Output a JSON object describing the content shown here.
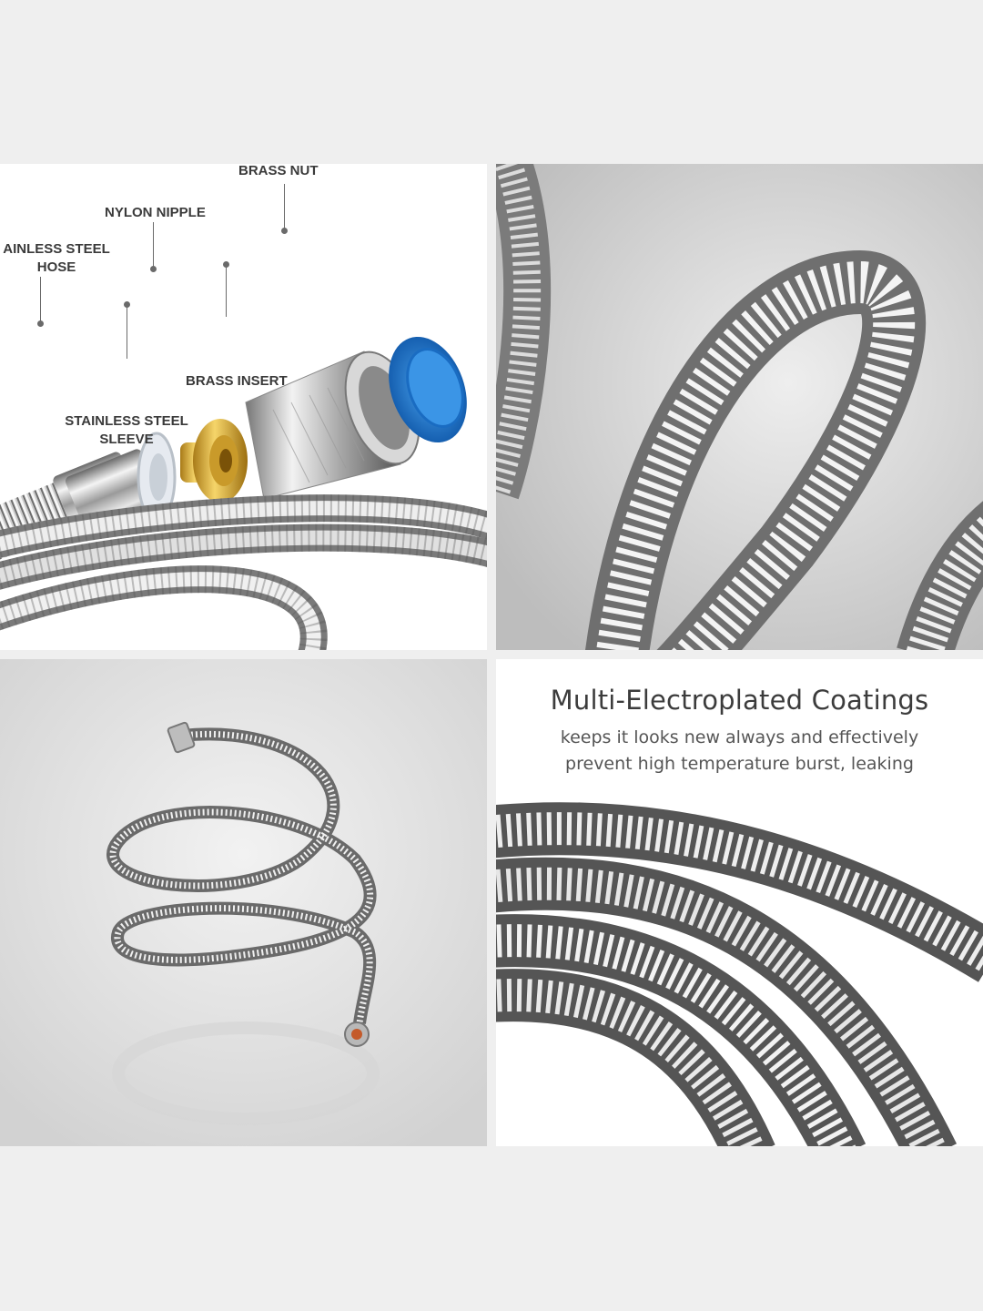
{
  "panels": {
    "exploded_view": {
      "labels": {
        "brass_nut": "BRASS NUT",
        "nylon_nipple": "NYLON NIPPLE",
        "hose_line1": "AINLESS STEEL",
        "hose_line2": "HOSE",
        "brass_insert": "BRASS INSERT",
        "sleeve_line1": "STAINLESS STEEL",
        "sleeve_line2": "SLEEVE"
      }
    },
    "coatings": {
      "title": "Multi-Electroplated Coatings",
      "line1": "keeps it looks new always and effectively",
      "line2": "prevent high temperature burst, leaking"
    }
  },
  "colors": {
    "chrome_light": "#f2f2f2",
    "chrome_dark": "#5a5a5a",
    "brass": "#d9a832",
    "cap_blue": "#1f7fd6",
    "label_text": "#3a3a3a"
  }
}
